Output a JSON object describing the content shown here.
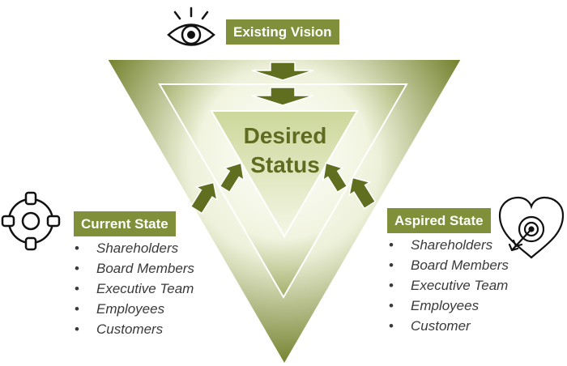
{
  "top_label": "Existing Vision",
  "center": {
    "line1": "Desired",
    "line2": "Status"
  },
  "left_panel": {
    "title": "Current State",
    "items": [
      "Shareholders",
      "Board Members",
      "Executive Team",
      "Employees",
      "Customers"
    ]
  },
  "right_panel": {
    "title": "Aspired State",
    "items": [
      "Shareholders",
      "Board Members",
      "Executive Team",
      "Employees",
      "Customer"
    ]
  },
  "icons": [
    "eye-icon",
    "crosshair-target-icon",
    "heart-target-arrow-icon"
  ],
  "colors": {
    "accent": "#7f8f3a",
    "triangle_dark": "#6b7a22",
    "triangle_light": "#ffffff",
    "arrow": "#5f6e1f"
  }
}
